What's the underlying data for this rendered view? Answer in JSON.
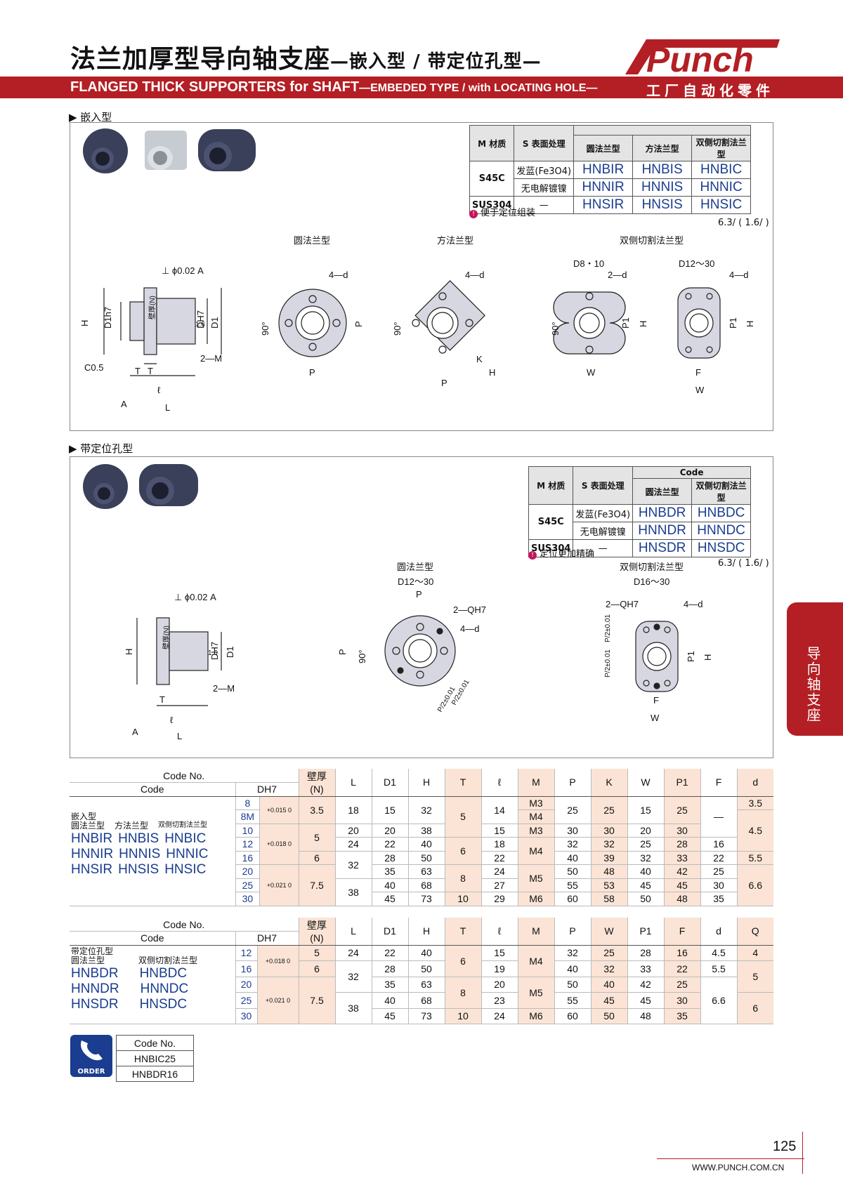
{
  "header": {
    "title_main": "法兰加厚型导向轴支座",
    "title_sub": "—嵌入型 / 带定位孔型—",
    "title_en_main": "FLANGED THICK SUPPORTERS for SHAFT",
    "title_en_sub": "—EMBEDED TYPE / with LOCATING HOLE—",
    "brand": "Punch",
    "tagline": "工厂自动化零件",
    "brand_color": "#b31f24"
  },
  "section1": {
    "label": "▶ 嵌入型",
    "spec_headers": {
      "material": "M 材质",
      "surface": "S 表面处理",
      "round": "圆法兰型",
      "square": "方法兰型",
      "double": "双侧切割法兰型"
    },
    "rows": [
      {
        "material": "S45C",
        "surface": "发蓝(Fe3O4)",
        "c1": "HNBIR",
        "c2": "HNBIS",
        "c3": "HNBIC"
      },
      {
        "material": "",
        "surface": "无电解镀镍",
        "c1": "HNNIR",
        "c2": "HNNIS",
        "c3": "HNNIC"
      },
      {
        "material": "SUS304",
        "surface": "—",
        "c1": "HNSIR",
        "c2": "HNSIS",
        "c3": "HNSIC"
      }
    ],
    "note": "便于定位组装",
    "roughness": "6.3/ ( 1.6/ )",
    "diag_labels": {
      "round": "圆法兰型",
      "square": "方法兰型",
      "double": "双侧切割法兰型",
      "d8": "D8・10",
      "d12": "D12〜30",
      "perp": "⊥ ϕ0.02 A",
      "c05": "C0.5",
      "twoM": "2—M",
      "fourd": "4—d",
      "twod": "2—d",
      "H": "H",
      "D": "D1h7",
      "DH7": "DH7",
      "D1": "D1",
      "T": "T",
      "l": "ℓ",
      "L": "L",
      "P": "P",
      "P1": "P1",
      "K": "K",
      "W": "W",
      "F": "F",
      "A": "A",
      "deg": "90°",
      "r16": "1.6",
      "wall": "壁厚(N)"
    }
  },
  "section2": {
    "label": "▶ 带定位孔型",
    "spec_headers": {
      "material": "M 材质",
      "surface": "S 表面处理",
      "code": "Code",
      "round": "圆法兰型",
      "double": "双侧切割法兰型"
    },
    "rows": [
      {
        "material": "S45C",
        "surface": "发蓝(Fe3O4)",
        "c1": "HNBDR",
        "c2": "HNBDC"
      },
      {
        "material": "",
        "surface": "无电解镀镍",
        "c1": "HNNDR",
        "c2": "HNNDC"
      },
      {
        "material": "SUS304",
        "surface": "—",
        "c1": "HNSDR",
        "c2": "HNSDC"
      }
    ],
    "note": "定位更加精确",
    "roughness": "6.3/ ( 1.6/ )",
    "diag_labels": {
      "round": "圆法兰型",
      "double": "双侧切割法兰型",
      "d12": "D12〜30",
      "d16": "D16〜30",
      "twoQ": "2—QH7",
      "fourd": "4—d",
      "twoM": "2—M",
      "perp": "⊥ ϕ0.02 A",
      "P": "P",
      "P1": "P1",
      "H": "H",
      "D1": "D1",
      "DH7": "DH7",
      "T": "T",
      "l": "ℓ",
      "L": "L",
      "W": "W",
      "F": "F",
      "A": "A",
      "deg": "90°",
      "p2": "P/2±0.01",
      "r16": "1.6",
      "wall": "壁厚(N)"
    }
  },
  "table1": {
    "h_codeno": "Code No.",
    "h_code": "Code",
    "h_dh7": "DH7",
    "h_wall": "壁厚(N)",
    "cols": [
      "L",
      "D1",
      "H",
      "T",
      "ℓ",
      "M",
      "P",
      "K",
      "W",
      "P1",
      "F",
      "d"
    ],
    "left": {
      "type": "嵌入型",
      "sub": [
        "圆法兰型",
        "方法兰型",
        "双侧切割法兰型"
      ],
      "codes": [
        [
          "HNBIR",
          "HNBIS",
          "HNBIC"
        ],
        [
          "HNNIR",
          "HNNIS",
          "HNNIC"
        ],
        [
          "HNSIR",
          "HNSIS",
          "HNSIC"
        ]
      ]
    },
    "tol": [
      "+0.015 0",
      "+0.018 0",
      "+0.021 0"
    ],
    "d": [
      "8",
      "8M",
      "10",
      "12",
      "16",
      "20",
      "25",
      "30"
    ],
    "wall": [
      "3.5",
      "5",
      "6",
      "7.5"
    ],
    "L": [
      "18",
      "20",
      "24",
      "32",
      "38"
    ],
    "D1": [
      "15",
      "20",
      "22",
      "28",
      "35",
      "40",
      "45"
    ],
    "H": [
      "32",
      "38",
      "40",
      "50",
      "63",
      "68",
      "73"
    ],
    "T": [
      "5",
      "6",
      "8",
      "10"
    ],
    "l": [
      "14",
      "15",
      "18",
      "22",
      "24",
      "27",
      "29"
    ],
    "M": [
      "M3",
      "M4",
      "M3",
      "M4",
      "M5",
      "M6"
    ],
    "P": [
      "25",
      "30",
      "32",
      "40",
      "50",
      "55",
      "60"
    ],
    "K": [
      "25",
      "30",
      "32",
      "39",
      "48",
      "53",
      "58"
    ],
    "W": [
      "15",
      "20",
      "25",
      "32",
      "40",
      "45",
      "50"
    ],
    "P1": [
      "25",
      "30",
      "28",
      "33",
      "42",
      "45",
      "48"
    ],
    "F": [
      "—",
      "16",
      "22",
      "25",
      "30",
      "35"
    ],
    "dd": [
      "3.5",
      "4.5",
      "5.5",
      "6.6"
    ]
  },
  "table2": {
    "h_codeno": "Code No.",
    "h_code": "Code",
    "h_dh7": "DH7",
    "h_wall": "壁厚(N)",
    "cols": [
      "L",
      "D1",
      "H",
      "T",
      "ℓ",
      "M",
      "P",
      "W",
      "P1",
      "F",
      "d",
      "Q"
    ],
    "left": {
      "type": "带定位孔型",
      "sub": [
        "圆法兰型",
        "双侧切割法兰型"
      ],
      "codes": [
        [
          "HNBDR",
          "HNBDC"
        ],
        [
          "HNNDR",
          "HNNDC"
        ],
        [
          "HNSDR",
          "HNSDC"
        ]
      ]
    },
    "tol": [
      "+0.018 0",
      "+0.021 0"
    ],
    "d": [
      "12",
      "16",
      "20",
      "25",
      "30"
    ],
    "wall": [
      "5",
      "6",
      "7.5"
    ],
    "L": [
      "24",
      "32",
      "38"
    ],
    "D1": [
      "22",
      "28",
      "35",
      "40",
      "45"
    ],
    "H": [
      "40",
      "50",
      "63",
      "68",
      "73"
    ],
    "T": [
      "6",
      "8",
      "10"
    ],
    "l": [
      "15",
      "19",
      "20",
      "23",
      "24"
    ],
    "M": [
      "M4",
      "M5",
      "M6"
    ],
    "P": [
      "32",
      "40",
      "50",
      "55",
      "60"
    ],
    "W": [
      "25",
      "32",
      "40",
      "45",
      "50"
    ],
    "P1": [
      "28",
      "33",
      "42",
      "45",
      "48"
    ],
    "F": [
      "16",
      "22",
      "25",
      "30",
      "35"
    ],
    "dd": [
      "4.5",
      "5.5",
      "6.6"
    ],
    "Q": [
      "4",
      "5",
      "6"
    ]
  },
  "order": {
    "icon_label": "ORDER",
    "h": "Code No.",
    "ex1": "HNBIC25",
    "ex2": "HNBDR16"
  },
  "side_tab": "导向轴支座",
  "footer": {
    "page": "125",
    "url": "WWW.PUNCH.COM.CN"
  }
}
